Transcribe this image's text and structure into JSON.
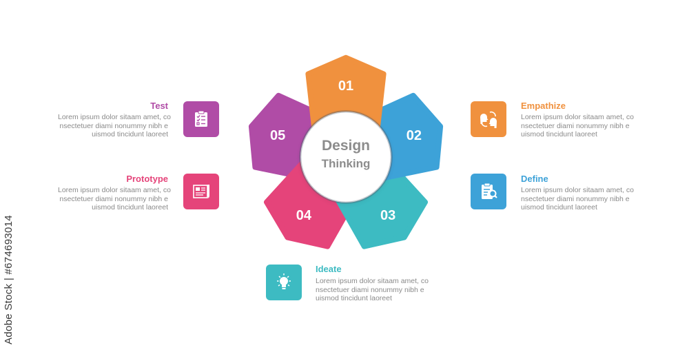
{
  "center": {
    "line1": "Design",
    "line2": "Thinking"
  },
  "petals": [
    {
      "number": "01",
      "color": "#F0913E"
    },
    {
      "number": "02",
      "color": "#3DA2D8"
    },
    {
      "number": "03",
      "color": "#3DBBC2"
    },
    {
      "number": "04",
      "color": "#E5447A"
    },
    {
      "number": "05",
      "color": "#B04CA6"
    }
  ],
  "steps": [
    {
      "id": "empathize",
      "title": "Empathize",
      "color": "#F0913E",
      "icon": "empathy-heads-icon",
      "desc": [
        "Lorem ipsum dolor sitaam amet, co",
        "nsectetuer diami nonummy  nibh e",
        "uismod tincidunt laoreet"
      ]
    },
    {
      "id": "define",
      "title": "Define",
      "color": "#3DA2D8",
      "icon": "clipboard-search-icon",
      "desc": [
        "Lorem ipsum dolor sitaam amet, co",
        "nsectetuer diami nonummy  nibh e",
        "uismod tincidunt laoreet"
      ]
    },
    {
      "id": "ideate",
      "title": "Ideate",
      "color": "#3DBBC2",
      "icon": "lightbulb-icon",
      "desc": [
        "Lorem ipsum dolor sitaam amet, co",
        "nsectetuer diami nonummy  nibh e",
        "uismod tincidunt laoreet"
      ]
    },
    {
      "id": "prototype",
      "title": "Prototype",
      "color": "#E5447A",
      "icon": "blueprint-icon",
      "desc": [
        "Lorem ipsum dolor sitaam amet, co",
        "nsectetuer diami nonummy  nibh e",
        "uismod tincidunt laoreet"
      ]
    },
    {
      "id": "test",
      "title": "Test",
      "color": "#B04CA6",
      "icon": "checklist-icon",
      "desc": [
        "Lorem ipsum dolor sitaam amet, co",
        "nsectetuer diami nonummy  nibh e",
        "uismod tincidunt laoreet"
      ]
    }
  ],
  "watermark": "Adobe Stock | #674693014"
}
